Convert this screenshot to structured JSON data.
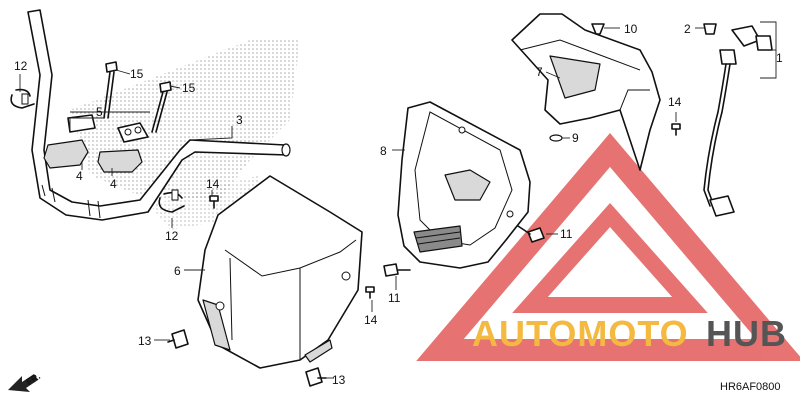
{
  "diagram_code": "HR6AF0800",
  "watermark": {
    "brand_part1": "AUTOMOTO",
    "brand_part2": "HUB",
    "colors": {
      "accent": "#f4b941",
      "triangle": "#e35a5a",
      "dark": "#555555"
    }
  },
  "front_indicator": {
    "label": "FR."
  },
  "callouts": {
    "c1": "1",
    "c2": "2",
    "c3": "3",
    "c4a": "4",
    "c4b": "4",
    "c5": "5",
    "c6": "6",
    "c7": "7",
    "c8": "8",
    "c9": "9",
    "c10": "10",
    "c11a": "11",
    "c11b": "11",
    "c12a": "12",
    "c12b": "12",
    "c13a": "13",
    "c13b": "13",
    "c14a": "14",
    "c14b": "14",
    "c14c": "14",
    "c15a": "15",
    "c15b": "15"
  }
}
